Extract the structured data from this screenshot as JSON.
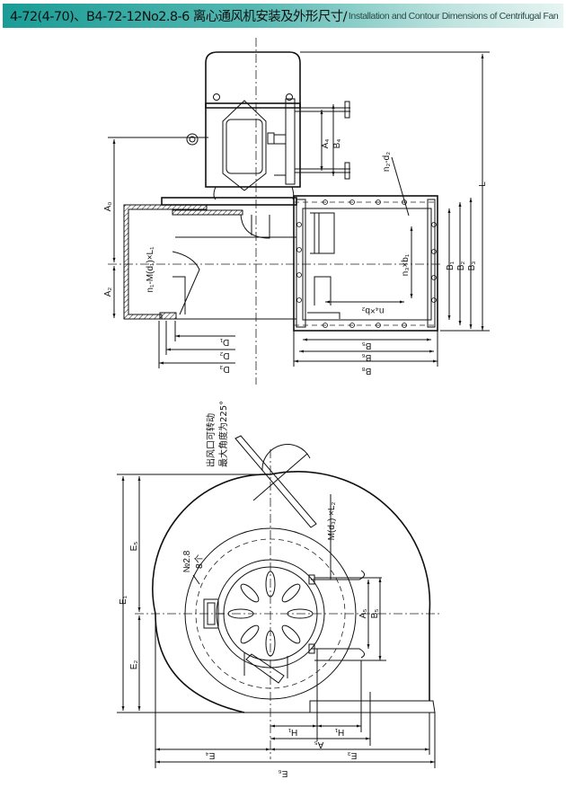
{
  "header": {
    "title": "4-72(4-70)、B4-72-12No2.8-6 离心通风机安装及外形尺寸/",
    "subtitle": "Installation and Contour Dimensions of Centrifugal Fan"
  },
  "side_view": {
    "labels": {
      "A4": "A₄",
      "B4": "B₄",
      "n2_d2": "n₂-d₂",
      "L": "L",
      "A0": "A₀",
      "A2": "A₂",
      "n1": "n₁-M(d₁)×L₁",
      "n3": "n₃×b₁",
      "n4": "n₄×b₂",
      "B1": "B₁",
      "B2": "B₂",
      "B3": "B₃",
      "D1": "D₁",
      "D2": "D₂",
      "D3": "D₃",
      "B5": "B₅",
      "B6": "B₆",
      "B8": "B₈"
    }
  },
  "front_view": {
    "note_line1": "出风口可转动",
    "note_line2": "最大角度为225°",
    "labels": {
      "E1": "E₁",
      "E5": "E₅",
      "E2": "E₂",
      "no": "№2.8",
      "count": "8个",
      "md3": "M(d₃) ×L₂",
      "A5": "A₅",
      "B5": "B₅",
      "H1": "H₁",
      "H2": "H₁",
      "A6": "A₅",
      "E4": "E₄",
      "E3": "E₃",
      "E6": "E₆"
    }
  }
}
